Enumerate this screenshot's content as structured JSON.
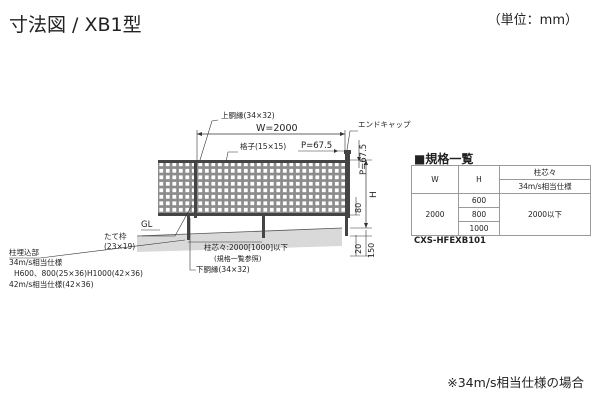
{
  "header": {
    "title": "寸法図 / XB1型",
    "unit": "（単位：mm）"
  },
  "drawing": {
    "labels": {
      "top_rail": "上胴縁(34×32)",
      "width": "W=2000",
      "end_cap": "エンドキャップ",
      "grid": "格子(15×15)",
      "pitch_p": "P=67.5",
      "pitch_p_vertical": "P=67.5",
      "height": "H",
      "dim_80": "80",
      "dim_20": "20",
      "dim_150": "150",
      "gl": "GL",
      "frame": "たて枠",
      "frame_size": "(23×19)",
      "post_spacing": "柱芯々:2000[1000]以下",
      "post_spacing_note": "(規格一覧参照)",
      "bottom_rail": "下胴縁(34×32)",
      "post_embed": "柱埋込部",
      "spec_34": "34m/s相当仕様",
      "spec_34_sizes": "H600、800(25×36)H1000(42×36)",
      "spec_42": "42m/s相当仕様(42×36)"
    }
  },
  "spec_table": {
    "title": "■規格一覧",
    "headers": {
      "w": "W",
      "h": "H",
      "post": "柱芯々",
      "post_sub": "34m/s相当仕様"
    },
    "w_value": "2000",
    "h_values": [
      "600",
      "800",
      "1000"
    ],
    "post_value": "2000以下",
    "code": "CXS-HFEXB101"
  },
  "footnote": "※34m/s相当仕様の場合"
}
